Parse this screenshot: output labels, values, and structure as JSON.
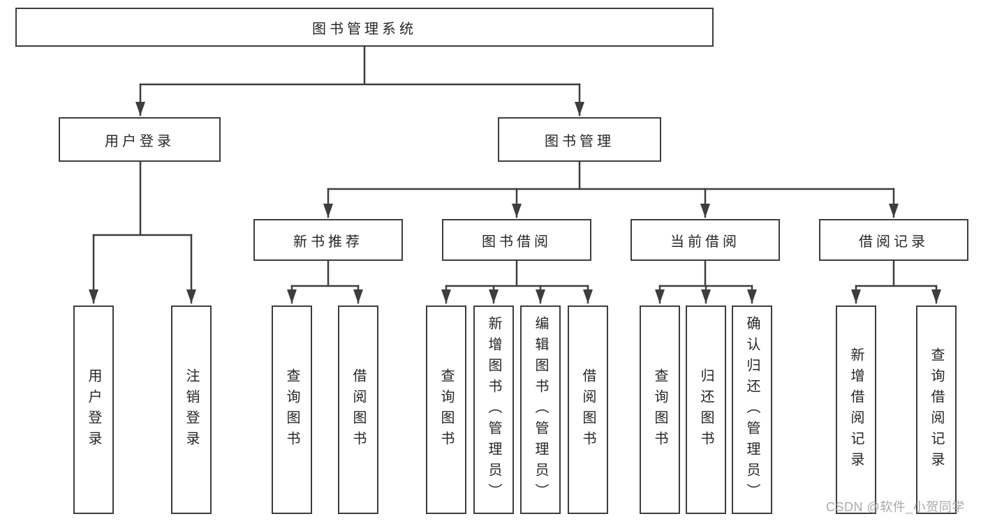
{
  "diagram": {
    "root": {
      "label": "图书管理系统"
    },
    "branches": [
      {
        "label": "用户登录",
        "children": [
          {
            "label": "用户登录"
          },
          {
            "label": "注销登录"
          }
        ]
      },
      {
        "label": "图书管理",
        "children": [
          {
            "label": "新书推荐",
            "children": [
              {
                "label": "查询图书"
              },
              {
                "label": "借阅图书"
              }
            ]
          },
          {
            "label": "图书借阅",
            "children": [
              {
                "label": "查询图书"
              },
              {
                "label": "新增图书（管理员）"
              },
              {
                "label": "编辑图书（管理员）"
              },
              {
                "label": "借阅图书"
              }
            ]
          },
          {
            "label": "当前借阅",
            "children": [
              {
                "label": "查询图书"
              },
              {
                "label": "归还图书"
              },
              {
                "label": "确认归还（管理员）"
              }
            ]
          },
          {
            "label": "借阅记录",
            "children": [
              {
                "label": "新增借阅记录"
              },
              {
                "label": "查询借阅记录"
              }
            ]
          }
        ]
      }
    ]
  },
  "watermark": {
    "text": "CSDN @软件_小贺同学"
  },
  "colors": {
    "line": "#3d3d3d",
    "node_border": "#3d3d3d",
    "node_text": "#262626",
    "background": "#ffffff",
    "watermark": "#a9a9a9"
  }
}
